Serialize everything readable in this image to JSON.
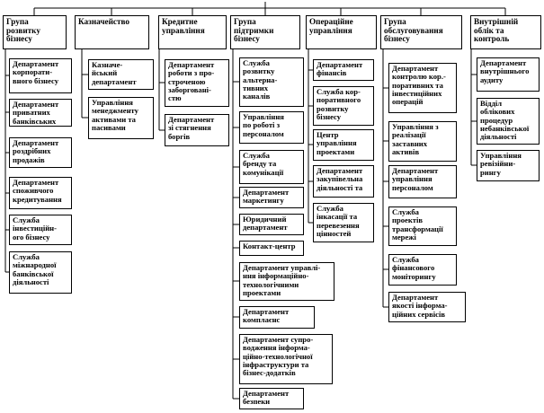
{
  "org_chart": {
    "groups": [
      {
        "head": "Група\nрозвитку\nбізнесу",
        "units": [
          "Департамент\nкорпорати-\nвного бізнесу",
          "Департамент\nприватних\nбанківських",
          "Департамент\nроздрібних\nпродажів",
          "Департамент\nспоживчого\nкредитування",
          "Служба\nінвестиційн-\nого бізнесу",
          "Служба\nміжнародної\nбанківської\nдіяльності"
        ]
      },
      {
        "head": "Казначейство",
        "units": [
          "Казначе-\nйський\nдепартамент",
          "Управління\nменеджменту\nактивами та\nпасивами"
        ]
      },
      {
        "head": "Кредитне\nуправління",
        "units": [
          "Департамент\nроботи з про-\nстроченою\nзаборговані-\nстю",
          "Департамент\nзі стягнення\nборгів"
        ]
      },
      {
        "head": "Група\nпідтримки\nбізнесу",
        "units": [
          "Служба\nрозвитку\nальтерна-\nтивних\nканалів",
          "Управління\nпо роботі з\nперсоналом",
          "Служба\nбренду та\nкомунікації",
          "Департамент\nмаркетингу",
          "Юридичний\nдепартамент",
          "Контакт-центр",
          "Департамент управлі-\nння інформаційно-\nтехнологічними\nпроектами",
          "Департамент\nкомплаєнс",
          "Департамент супро-\nводження інформа-\nційно-технологічної\nінфраструктури та\nбізнес-додатків",
          "Департамент\nбезпеки"
        ]
      },
      {
        "head": "Операційне\nуправління",
        "units": [
          "Департамент\nфінансів",
          "Служба кор-\nпоративного\nрозвитку\nбізнесу",
          "Центр\nуправління\nпроектами",
          "Департамент\nзакупівельна\nдіяльності та",
          "Служба\nінкасації та\nперевезення\nцінностей"
        ]
      },
      {
        "head": "Група\nобслуговування\nбізнесу",
        "units": [
          "Департамент\nконтролю кор.-\nпоративних та\nінвестиційних\nоперацій",
          "Управління з\nреалізації\nзаставних\nактивів",
          "Департамент\nуправління\nперсоналом",
          "Служба\nпроектів\nтрансформації\nмережі",
          "Служба\nфінансового\nмоніторингу",
          "Департамент\nякості інформа-\nційних сервісів"
        ]
      },
      {
        "head": "Внутрішній\nоблік та\nконтроль",
        "units": [
          "Департамент\nвнутрішнього\nаудиту",
          "Відділ\nоблікових\nпроцедур\nнебанківської\nдіяльності",
          "Управління\nревізійни-\nрингу"
        ]
      }
    ]
  }
}
